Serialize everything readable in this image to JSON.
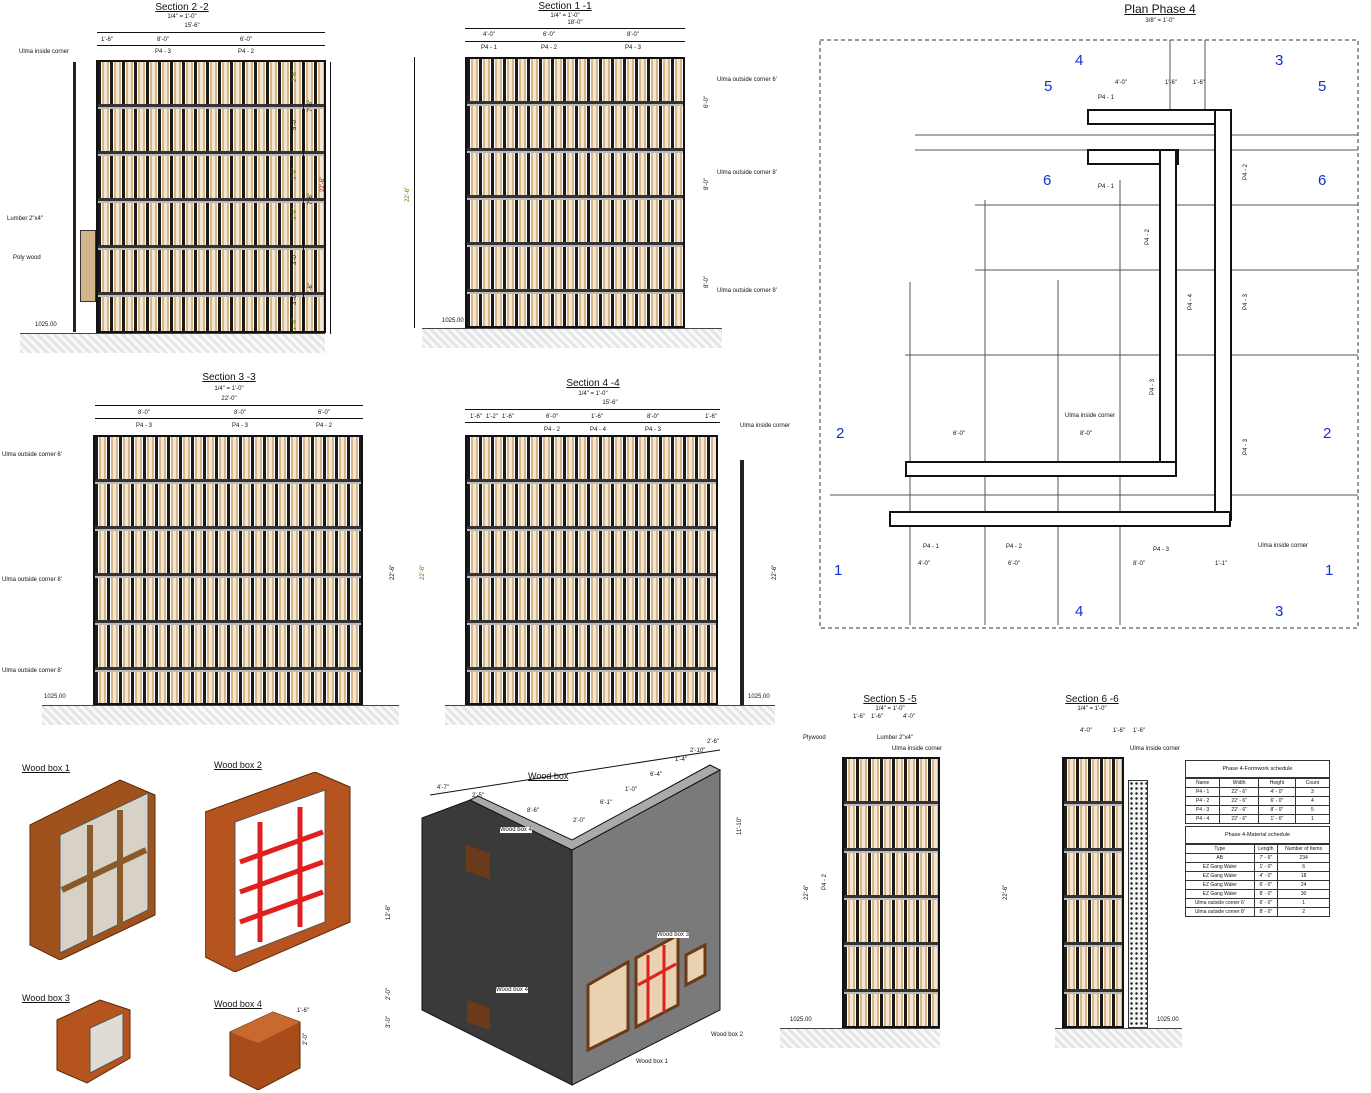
{
  "sections": {
    "s22": {
      "title": "Section 2 -2",
      "scale": "1/4\" = 1'-0\"",
      "overall": "15'-6\"",
      "dims": [
        "1'-6\"",
        "8'-0\"",
        "6'-0\""
      ],
      "panels": [
        "P4 - 3",
        "P4 - 2"
      ],
      "labels": [
        "Ulma inside corner",
        "Lumber 2\"x4\"",
        "Poly wood"
      ],
      "elev": "1025.00",
      "vdims": [
        "2'-6\"",
        "5'-0\"",
        "3'-9\"",
        "3'-9\"",
        "3'-0\"",
        "3'-0\"",
        "1'-6\""
      ],
      "vtot": [
        "7'-6\"",
        "7'-6\"",
        "7'-6\""
      ],
      "height": "22'-6\""
    },
    "s11": {
      "title": "Section 1 -1",
      "scale": "1/4\" = 1'-0\"",
      "overall": "18'-0\"",
      "dims": [
        "4'-0\"",
        "6'-0\"",
        "8'-0\""
      ],
      "panels": [
        "P4 - 1",
        "P4 - 2",
        "P4 - 3"
      ],
      "labels": [
        "Ulma outside corner 6'",
        "Ulma outside corner 8'",
        "Ulma outside corner 8'"
      ],
      "elev": "1025.00",
      "vdims": [
        "6'-0\"",
        "8'-0\"",
        "8'-0\""
      ],
      "height": "22'-6\""
    },
    "s33": {
      "title": "Section 3 -3",
      "scale": "1/4\" = 1'-0\"",
      "overall": "22'-0\"",
      "dims": [
        "8'-0\"",
        "8'-0\"",
        "6'-0\""
      ],
      "panels": [
        "P4 - 3",
        "P4 - 3",
        "P4 - 2"
      ],
      "labels": [
        "Ulma outside corner 6'",
        "Ulma outside corner 8'",
        "Ulma outside corner 8'"
      ],
      "elev": "1025.00",
      "height": "22'-6\""
    },
    "s44": {
      "title": "Section 4 -4",
      "scale": "1/4\" = 1'-0\"",
      "overall": "15'-6\"",
      "dims": [
        "1'-6\"",
        "1'-2\"",
        "1'-6\"",
        "6'-0\"",
        "1'-6\"",
        "8'-0\"",
        "1'-6\""
      ],
      "panels": [
        "P4 - 2",
        "P4 - 4",
        "P4 - 3"
      ],
      "labels": [
        "Ulma inside corner"
      ],
      "elev": "1025.00",
      "height": "22'-6\""
    },
    "s55": {
      "title": "Section 5 -5",
      "scale": "1/4\" = 1'-0\"",
      "dims": [
        "1'-6\"",
        "1'-6\"",
        "4'-0\""
      ],
      "labels": [
        "Plywood",
        "Lumber 2\"x4\"",
        "Ulma inside corner"
      ],
      "panel": "P4 - 2",
      "elev": "1025.00",
      "height": "22'-6\""
    },
    "s66": {
      "title": "Section 6 -6",
      "scale": "1/4\" = 1'-0\"",
      "dims": [
        "4'-0\"",
        "1'-6\"",
        "1'-6\""
      ],
      "labels": [
        "Ulma inside corner"
      ],
      "elev": "1025.00",
      "height": "22'-6\""
    }
  },
  "plan": {
    "title": "Plan Phase 4",
    "scale": "3/8\" = 1'-0\"",
    "markers": [
      "1",
      "1",
      "2",
      "2",
      "3",
      "3",
      "4",
      "4",
      "5",
      "5",
      "6",
      "6"
    ],
    "panels": [
      "P4 - 1",
      "P4 - 1",
      "P4 - 2",
      "P4 - 3",
      "P4 - 4",
      "P4 - 2",
      "P4 - 3",
      "P4 - 3",
      "P4 - 1",
      "P4 - 2",
      "P4 - 3"
    ],
    "labels": [
      "Ulma inside corner",
      "Ulma inside corner"
    ],
    "dims": [
      "4'-0\"",
      "1'-6\"",
      "1'-6\"",
      "6'-0\"",
      "8'-0\"",
      "4'-0\"",
      "6'-0\"",
      "8'-0\"",
      "1'-1\""
    ]
  },
  "woodboxes": {
    "wb1": "Wood box 1",
    "wb2": "Wood box 2",
    "wb3": "Wood box 3",
    "wb4": "Wood box 4",
    "wb4dims": [
      "1'-6\"",
      "2'-0\""
    ]
  },
  "iso": {
    "title": "Wood box",
    "callouts": [
      "Wood box 4",
      "Wood box 4",
      "Wood box 3",
      "Wood box 2",
      "Wood box 1"
    ],
    "topdims": [
      "4'-7\"",
      "2'-5\"",
      "8'-6\"",
      "2'-0\"",
      "6'-1\"",
      "1'-0\"",
      "6'-4\"",
      "1'-4\"",
      "2'-10\"",
      "2'-6\""
    ],
    "vdims": [
      "11'-10\"",
      "12'-6\"",
      "2'-0\"",
      "3'-0\""
    ]
  },
  "formwork_schedule": {
    "title": "Phase 4-Formwork schedule",
    "headers": [
      "Name",
      "Width",
      "Height",
      "Count"
    ],
    "rows": [
      [
        "P4 - 1",
        "22' - 6\"",
        "4' - 0\"",
        "3"
      ],
      [
        "P4 - 2",
        "22' - 6\"",
        "6' - 0\"",
        "4"
      ],
      [
        "P4 - 3",
        "22' - 6\"",
        "8' - 0\"",
        "5"
      ],
      [
        "P4 - 4",
        "22' - 6\"",
        "1' - 6\"",
        "1"
      ]
    ]
  },
  "material_schedule": {
    "title": "Phase 4-Material schedule",
    "headers": [
      "Type",
      "Length",
      "Number of Items"
    ],
    "rows": [
      [
        "AB",
        "7' - 6\"",
        "234"
      ],
      [
        "EZ Gang Waler",
        "1' - 0\"",
        "6"
      ],
      [
        "EZ Gang Waler",
        "4' - 0\"",
        "18"
      ],
      [
        "EZ Gang Waler",
        "6' - 0\"",
        "24"
      ],
      [
        "EZ Gang Waler",
        "8' - 0\"",
        "30"
      ],
      [
        "Ulma outside corner 6'",
        "6' - 0\"",
        "1"
      ],
      [
        "Ulma outside corner 8'",
        "8' - 0\"",
        "2"
      ]
    ]
  }
}
